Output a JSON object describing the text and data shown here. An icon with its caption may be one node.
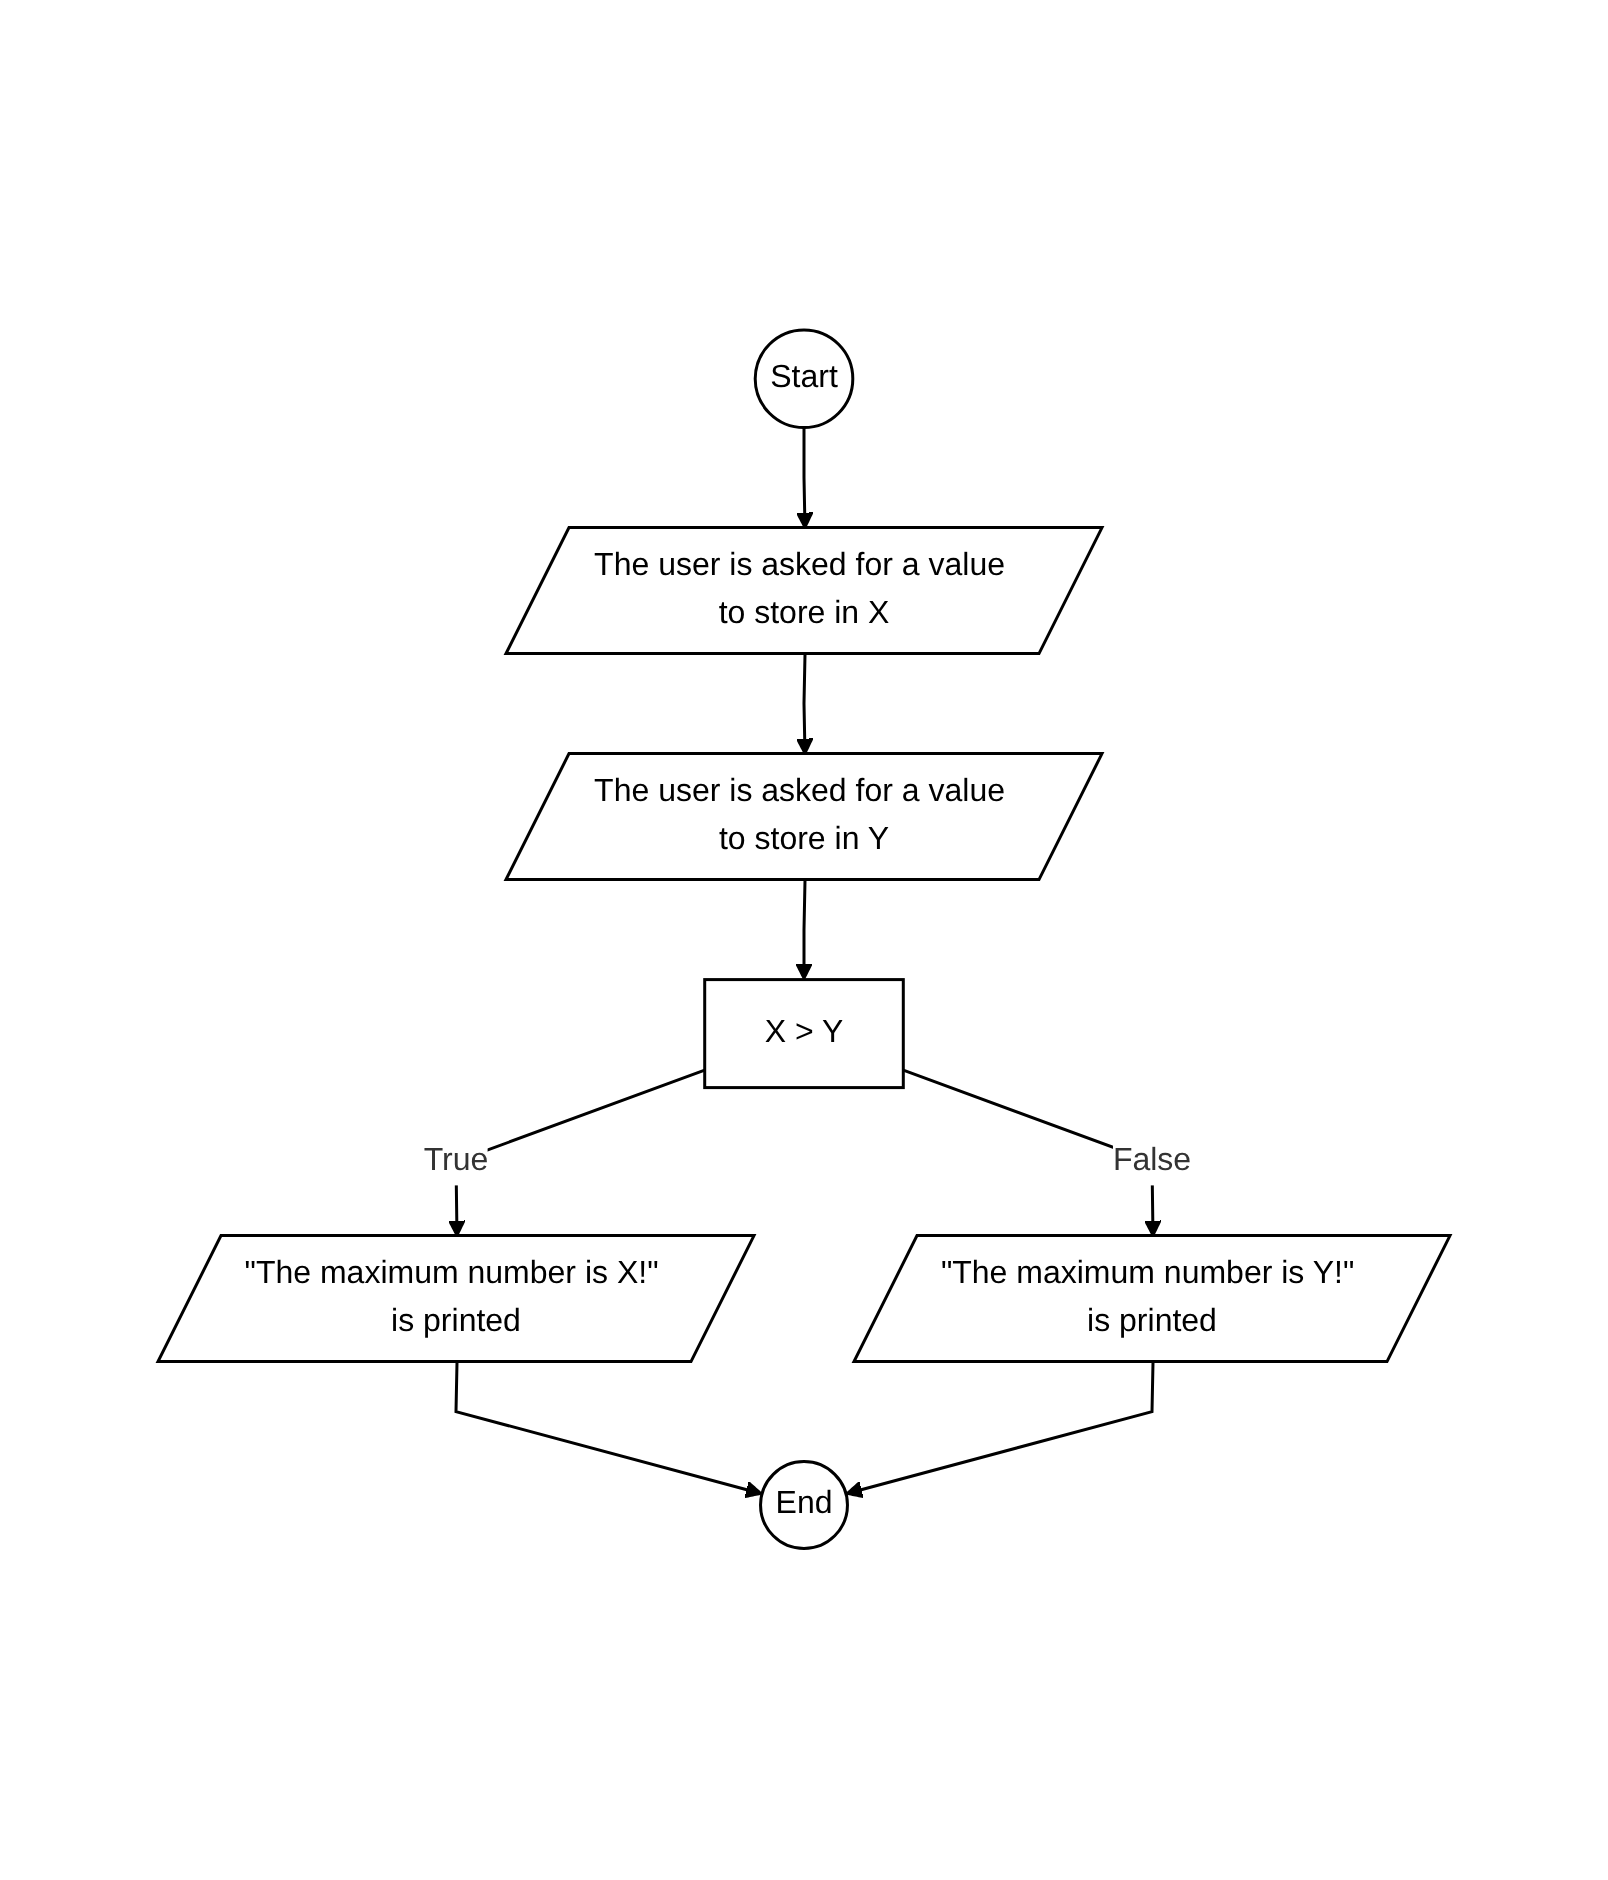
{
  "diagram": {
    "nodes": [
      {
        "text": [
          "Start"
        ]
      },
      {
        "text": [
          "The user is asked for a value to store in X"
        ]
      },
      {
        "text": [
          "The user is asked for a value to store in Y"
        ]
      },
      {
        "text": [
          "X > Y"
        ]
      },
      {
        "text": [
          "\"The maximum number is X!\" is printed"
        ]
      },
      {
        "text": [
          "\"The maximum number is Y!\" is printed"
        ]
      },
      {
        "text": [
          "End"
        ]
      }
    ],
    "edges": [
      {
        "from": 0,
        "to": 1,
        "arrow": "to"
      },
      {
        "from": 1,
        "to": 2,
        "arrow": "to"
      },
      {
        "from": 2,
        "to": 3,
        "arrow": "to"
      },
      {
        "from": 3,
        "to": 4,
        "label": "True",
        "arrow": "to"
      },
      {
        "from": 3,
        "to": 5,
        "label": "False",
        "arrow": "to"
      },
      {
        "from": 4,
        "to": 6,
        "arrow": "to"
      },
      {
        "from": 5,
        "to": 6,
        "arrow": "to"
      }
    ]
  }
}
